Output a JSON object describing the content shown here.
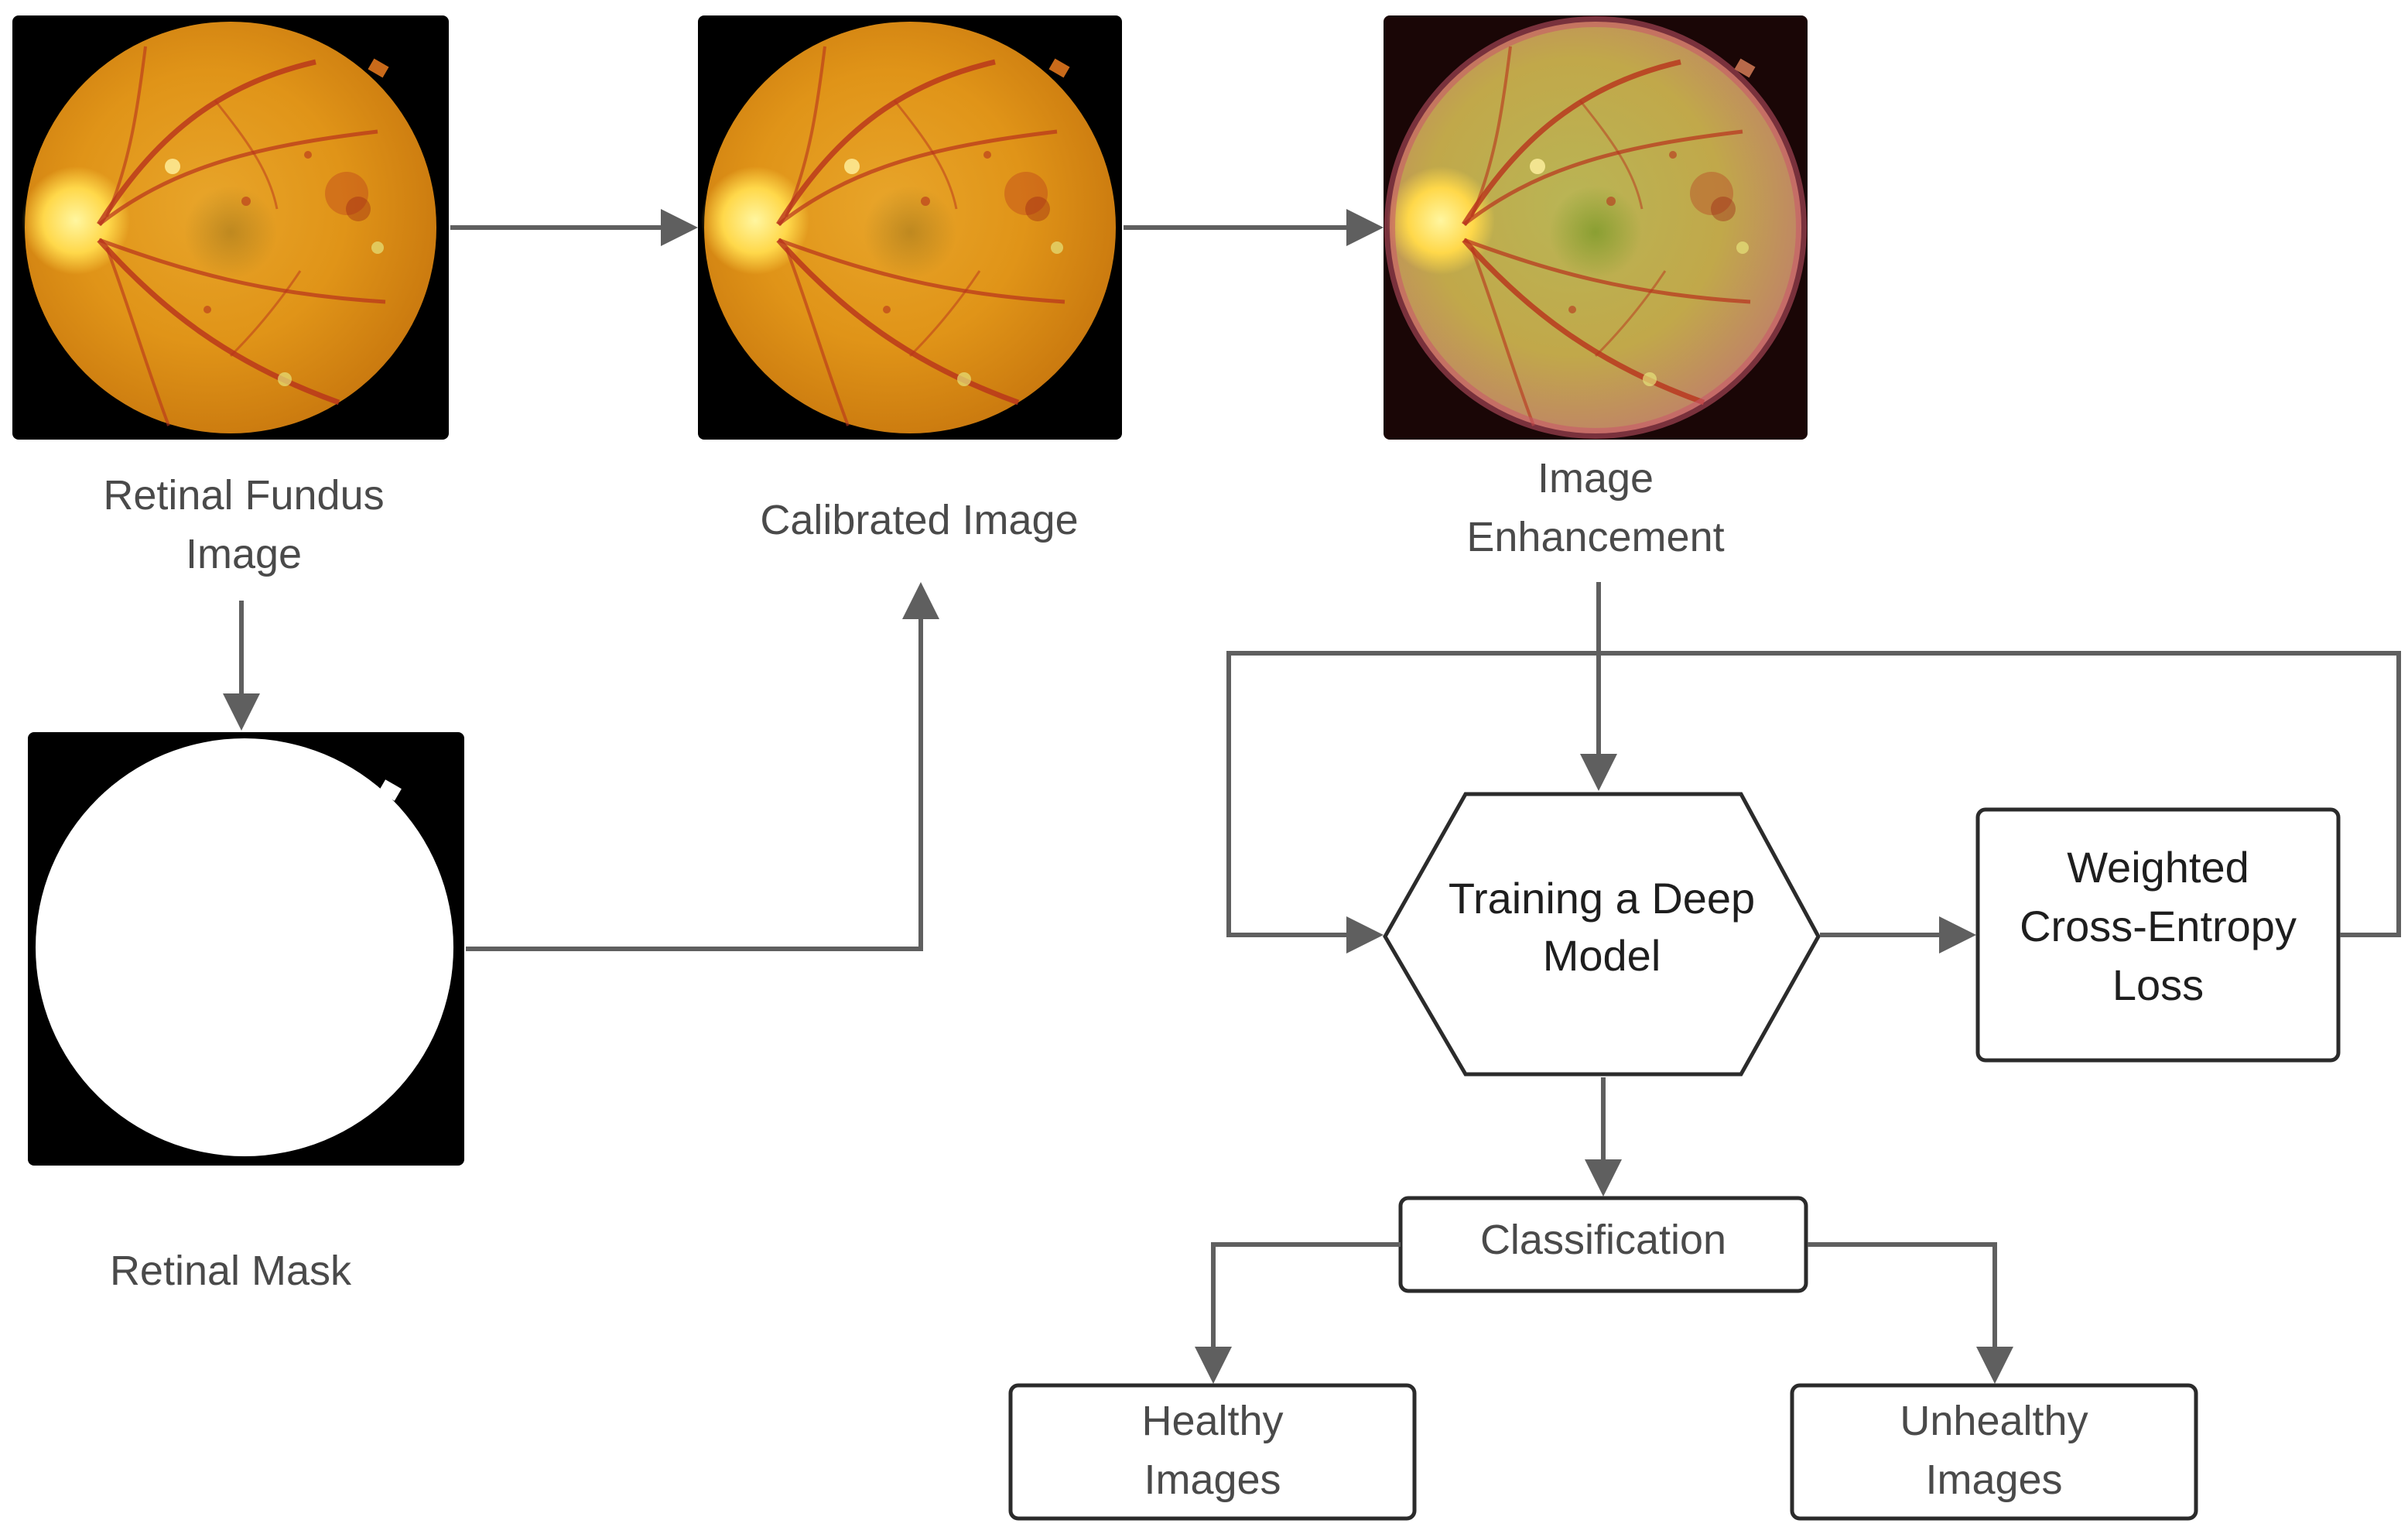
{
  "images": {
    "fundus": {
      "label_lines": [
        "Retinal Fundus",
        "Image"
      ]
    },
    "calibrated": {
      "label_lines": [
        "Calibrated Image"
      ]
    },
    "enhanced": {
      "label_lines": [
        "Image",
        "Enhancement"
      ]
    },
    "mask": {
      "label_lines": [
        "Retinal Mask"
      ]
    }
  },
  "nodes": {
    "training": {
      "label_lines": [
        "Training a Deep",
        "Model"
      ]
    },
    "loss": {
      "label_lines": [
        "Weighted",
        "Cross-Entropy",
        "Loss"
      ]
    },
    "classification": {
      "label_lines": [
        "Classification"
      ]
    },
    "healthy": {
      "label_lines": [
        "Healthy",
        "Images"
      ]
    },
    "unhealthy": {
      "label_lines": [
        "Unhealthy",
        "Images"
      ]
    }
  },
  "colors": {
    "arrow": "#5f5f5f",
    "node_border": "#2b2b2b",
    "image_background": "#000000",
    "fundus_orange": "#e09a1c",
    "optic_disc": "#ffe066",
    "vessel": "#b8321c",
    "enhanced_green": "#a8b04a",
    "mask_white": "#ffffff"
  }
}
